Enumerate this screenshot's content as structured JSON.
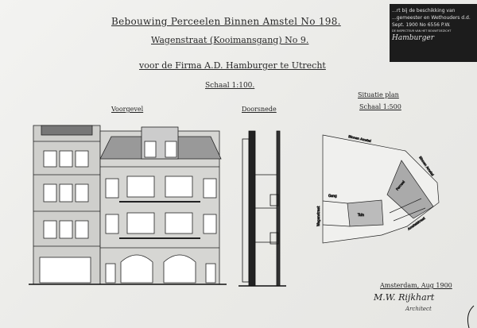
{
  "title": {
    "line1": "Bebouwing Perceelen Binnen Amstel No 198.",
    "line2": "Wagenstraat (Kooimansgang) No 9.",
    "line3": "voor de Firma A.D. Hamburger te Utrecht",
    "scale": "Schaal 1:100."
  },
  "stamp": {
    "line1": "...rt bij de beschikking van",
    "line2": "...gemeester en Wethouders d.d.",
    "line3": "Sept. 1900 No 6556 P.W.",
    "line4": "DE INSPECTEUR VAN HET BOUWTOEZICHT",
    "signature": "Hamburger"
  },
  "labels": {
    "front": "Voorgevel",
    "section": "Doorsnede",
    "site_plan": "Situatie plan",
    "site_scale": "Schaal 1:500"
  },
  "site_plan": {
    "street_top": "Binnen Amstel",
    "street_right": "Binnen Amstel",
    "street_left": "Wagenstraat",
    "street_bottom": "Amstelstraat",
    "plot_label": "Perceel",
    "neighbour_label": "Tuin",
    "small_label": "Gang"
  },
  "footer": {
    "place_date": "Amsterdam, Aug 1900",
    "signature": "M.W. Rijkhart",
    "role": "Architect"
  }
}
